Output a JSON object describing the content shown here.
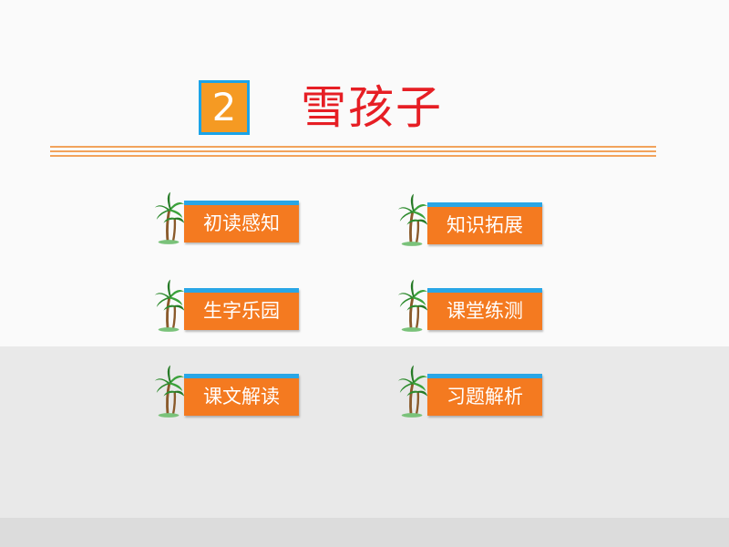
{
  "header": {
    "lesson_number": "2",
    "title": "雪孩子"
  },
  "menu": {
    "items": [
      {
        "label": "初读感知"
      },
      {
        "label": "知识拓展"
      },
      {
        "label": "生字乐园"
      },
      {
        "label": "课堂练测"
      },
      {
        "label": "课文解读"
      },
      {
        "label": "习题解析"
      }
    ]
  },
  "colors": {
    "accent_orange": "#f47a20",
    "accent_blue": "#29a6e6",
    "title_red": "#e61e24",
    "rule_orange": "#f2a35c",
    "background_gray": "#e9e9e9"
  },
  "icons": [
    "palm-tree-icon"
  ]
}
